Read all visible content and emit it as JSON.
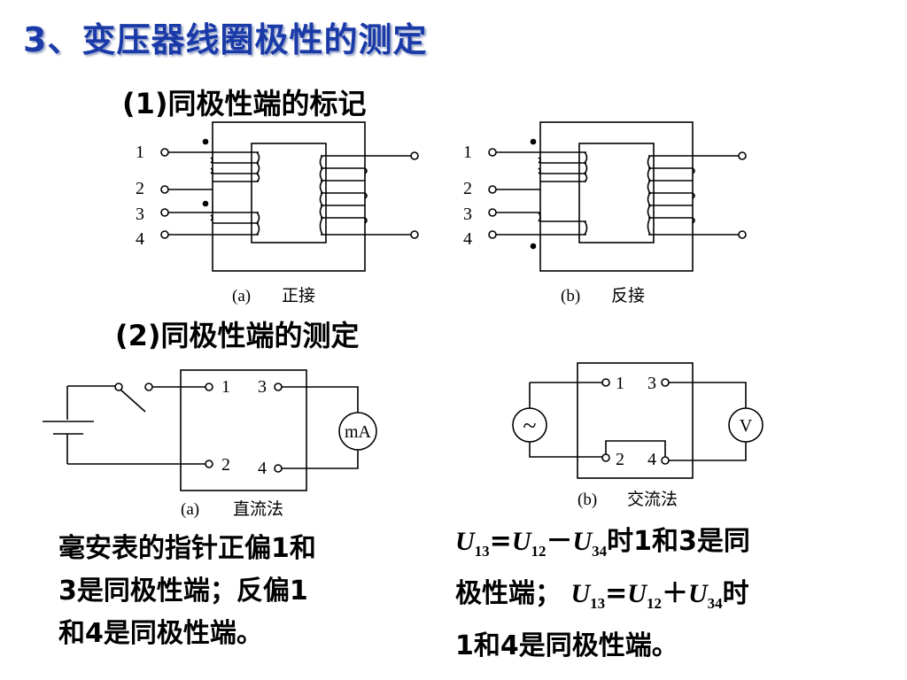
{
  "title": "3、变压器线圈极性的测定",
  "section1": {
    "heading_num": "(1)",
    "heading_text": "同极性端的标记"
  },
  "section2": {
    "heading_num": "(2)",
    "heading_text": "同极性端的测定"
  },
  "fig_a": {
    "terminals": [
      "1",
      "2",
      "3",
      "4"
    ],
    "caption_tag": "(a)",
    "caption_text": "正接"
  },
  "fig_b": {
    "terminals": [
      "1",
      "2",
      "3",
      "4"
    ],
    "caption_tag": "(b)",
    "caption_text": "反接"
  },
  "dc_test": {
    "terminals": [
      "1",
      "3",
      "2",
      "4"
    ],
    "meter_label": "mA",
    "caption_tag": "(a)",
    "caption_text": "直流法"
  },
  "ac_test": {
    "terminals": [
      "1",
      "3",
      "2",
      "4"
    ],
    "meter_label": "V",
    "source_symbol": "~",
    "caption_tag": "(b)",
    "caption_text": "交流法"
  },
  "dc_conclusion": {
    "line1": "毫安表的指针正偏1和",
    "line2": "3是同极性端；反偏1",
    "line3": "和4是同极性端。"
  },
  "ac_conclusion": {
    "u": "U",
    "sub13": "13",
    "sub12": "12",
    "sub34": "34",
    "eq_sign": "=",
    "minus": "－",
    "plus": "＋",
    "l1_tail": "时1和3是同",
    "l2_head": "极性端；",
    "l2_tail": "时",
    "l3": "1和4是同极性端。"
  },
  "colors": {
    "title": "#1a3aa8",
    "line": "#000000"
  }
}
